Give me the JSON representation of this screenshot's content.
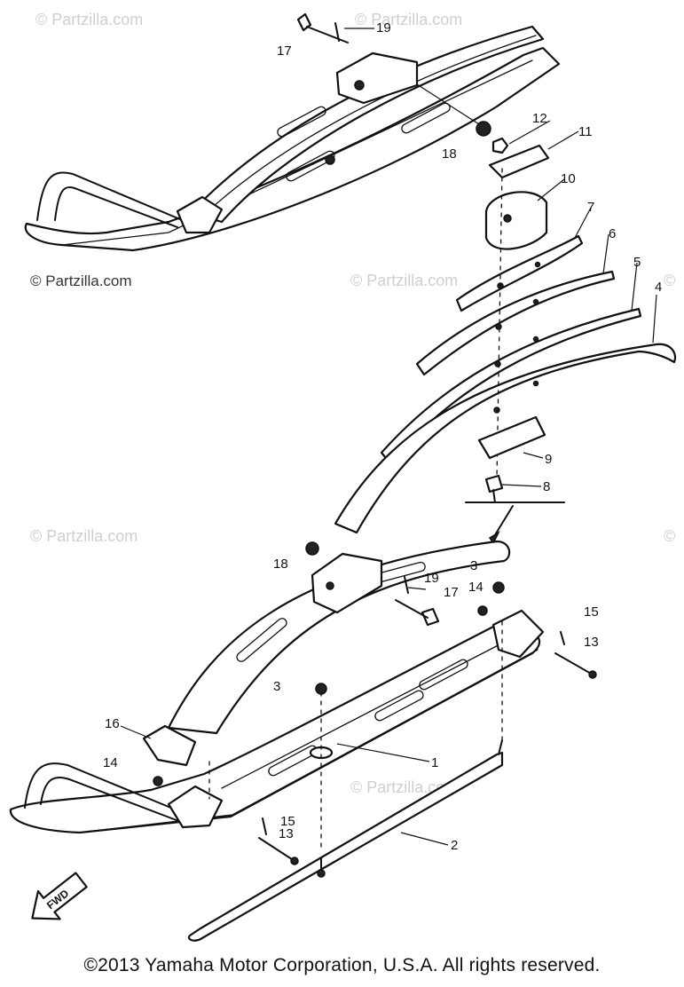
{
  "watermarks": {
    "light": "© Partzilla.com",
    "dark": "© Partzilla.com"
  },
  "callouts": {
    "c1": "1",
    "c2": "2",
    "c3a": "3",
    "c3b": "3",
    "c4": "4",
    "c5": "5",
    "c6": "6",
    "c7": "7",
    "c8": "8",
    "c9": "9",
    "c10": "10",
    "c11": "11",
    "c12": "12",
    "c13a": "13",
    "c13b": "13",
    "c14a": "14",
    "c14b": "14",
    "c15a": "15",
    "c15b": "15",
    "c16": "16",
    "c17a": "17",
    "c17b": "17",
    "c18a": "18",
    "c18b": "18",
    "c19a": "19",
    "c19b": "19"
  },
  "fwd_label": "FWD",
  "copyright": "©2013 Yamaha Motor Corporation, U.S.A. All rights reserved."
}
